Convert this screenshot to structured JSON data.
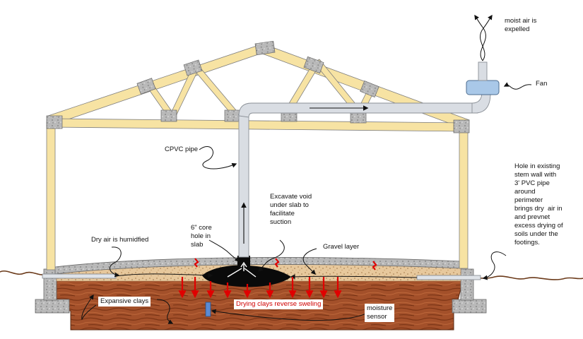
{
  "labels": {
    "moist_air": "moist air is\nexpelled",
    "fan": "Fan",
    "cpvc_pipe": "CPVC pipe",
    "hole_in_stem_wall": "Hole in existing\nstem wall with\n3' PVC pipe\naround\nperimeter\nbrings dry  air in\nand prevnet\nexcess drying of\nsoils under the\nfootings.",
    "excavate_void": "Excavate void\nunder slab to\nfacilitate\nsuction",
    "core_hole": "6\" core\nhole in\nslab",
    "dry_air_humidified": "Dry air is humidfied",
    "gravel_layer": "Gravel layer",
    "expansive_clays": "Expansive clays",
    "drying_clays": "Drying clays reverse sweling",
    "moisture_sensor": "moisture\nsensor"
  },
  "colors": {
    "truss_wood": "#f7e3a3",
    "truss_outline": "#7f7f7f",
    "gusset_gray": "#a8a8a8",
    "pipe_gray": "#d9dde3",
    "pipe_outline": "#8a8f96",
    "fan_blue": "#a9c8e8",
    "clay_brown": "#a8522a",
    "clay_dark": "#7a3416",
    "gravel_tan": "#e6c59a",
    "slab_gray": "#c9c9c9",
    "void_black": "#0a0a0a",
    "arrow_red": "#e00000",
    "ground_line": "#6b3a1a"
  }
}
